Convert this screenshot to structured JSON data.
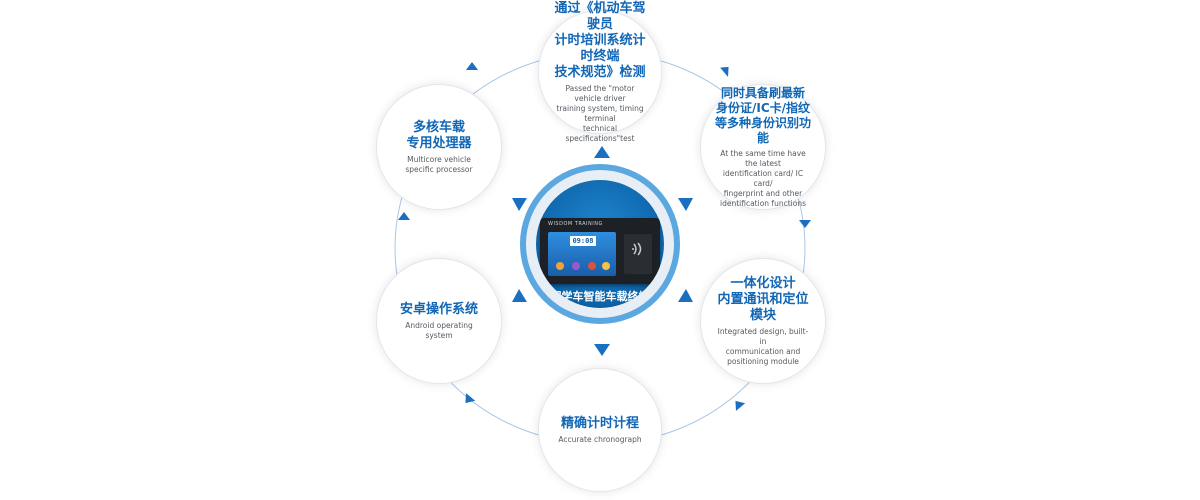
{
  "center": {
    "label": "同学车智能车载终端",
    "device_brand": "WISDOM TRAINING",
    "device_clock": "09:08",
    "nfc_icon": "nfc-icon"
  },
  "features": [
    {
      "id": "top",
      "title": "通过《机动车驾驶员\n计时培训系统计时终端\n技术规范》检测",
      "subtitle": "Passed the \"motor vehicle driver\ntraining system, timing terminal\ntechnical specifications\"test"
    },
    {
      "id": "top-right",
      "title": "同时具备刷最新\n身份证/IC卡/指纹\n等多种身份识别功能",
      "subtitle": "At the same time have the latest\nidentification card/ IC card/\nfingerprint and other\nidentification functions"
    },
    {
      "id": "bottom-right",
      "title": "一体化设计\n内置通讯和定位模块",
      "subtitle": "Integrated design, built-in\ncommunication and\npositioning module"
    },
    {
      "id": "bottom",
      "title": "精确计时计程",
      "subtitle": "Accurate chronograph"
    },
    {
      "id": "bottom-left",
      "title": "安卓操作系统",
      "subtitle": "Android operating system"
    },
    {
      "id": "top-left",
      "title": "多核车载\n专用处理器",
      "subtitle": "Multicore vehicle\nspecific processor"
    }
  ],
  "colors": {
    "accent": "#1167b5",
    "arrow": "#1a6fc0",
    "ring": "#a9c6e6",
    "core_border": "#5ba8e0",
    "core_fill": "#0d63a8"
  }
}
